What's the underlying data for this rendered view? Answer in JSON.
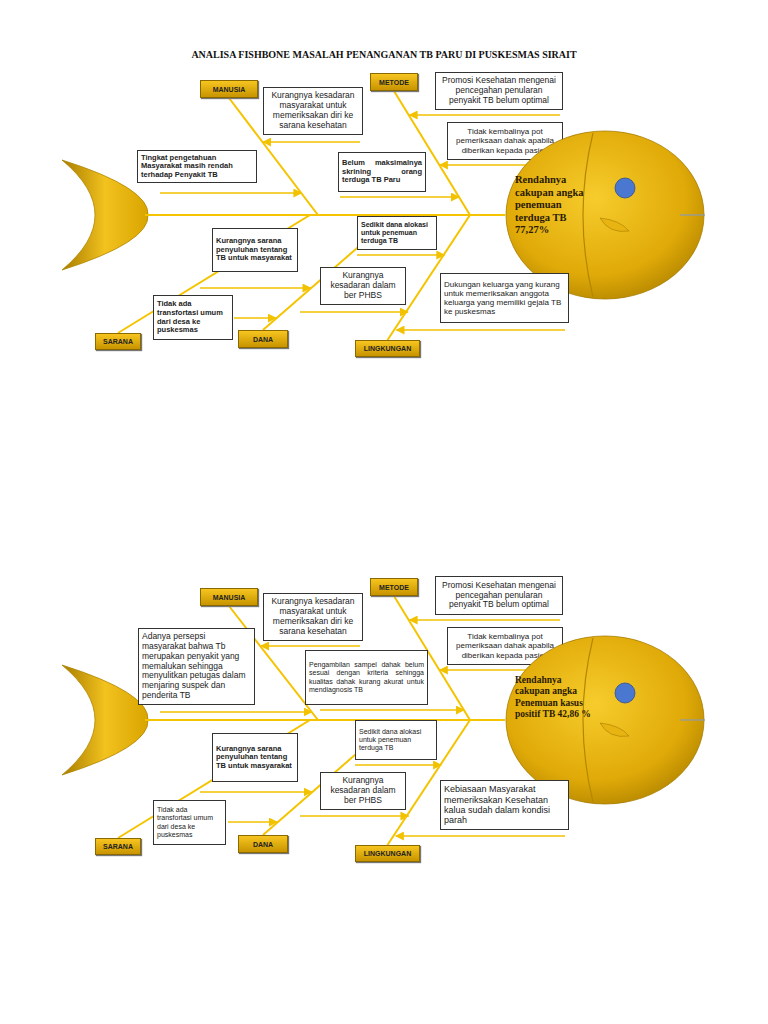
{
  "diagram": {
    "title": "ANALISA FISHBONE MASALAH PENANGANAN TB PARU DI PUSKESMAS SIRAIT",
    "nodes": [
      {
        "text": [
          "MANUSIA"
        ]
      },
      {
        "text": [
          "Kurangnya kesadaran masyarakat untuk memeriksakan diri ke sarana kesehatan"
        ]
      },
      {
        "text": [
          "METODE"
        ]
      },
      {
        "text": [
          "Promosi Kesehatan mengenai pencegahan penularan penyakit TB belum optimal"
        ]
      },
      {
        "text": [
          "Tidak kembalinya pot pemeriksaan dahak apabila diberikan kepada pasien"
        ]
      },
      {
        "text": [
          "Tingkat pengetahuan Masyarakat masih rendah terhadap Penyakit TB"
        ]
      },
      {
        "text": [
          "Belum maksimalnya skrining orang terduga TB Paru"
        ]
      },
      {
        "text": [
          "Rendahnya cakupan angka penemuan terduga TB 77,27%"
        ]
      },
      {
        "text": [
          "Sedikit dana alokasi untuk penemuan terduga TB"
        ]
      },
      {
        "text": [
          "Kurangnya sarana penyuluhan tentang TB untuk masyarakat"
        ]
      },
      {
        "text": [
          "Kurangnya kesadaran dalam ber PHBS"
        ]
      },
      {
        "text": [
          "Dukungan keluarga yang kurang untuk memeriksakan anggota keluarga yang memiliki gejala TB ke puskesmas"
        ]
      },
      {
        "text": [
          "Tidak ada transfortasi umum dari desa ke puskesmas"
        ]
      },
      {
        "text": [
          "SARANA"
        ]
      },
      {
        "text": [
          "DANA"
        ]
      },
      {
        "text": [
          "LINGKUNGAN"
        ]
      },
      {
        "text": [
          "MANUSIA"
        ]
      },
      {
        "text": [
          "Kurangnya kesadaran masyarakat untuk memeriksakan diri ke sarana kesehatan"
        ]
      },
      {
        "text": [
          "METODE"
        ]
      },
      {
        "text": [
          "Promosi Kesehatan mengenai pencegahan penularan penyakit TB belum optimal"
        ]
      },
      {
        "text": [
          "Tidak kembalinya pot pemeriksaan dahak apabila diberikan kepada pasien"
        ]
      },
      {
        "text": [
          "Adanya persepsi masyarakat bahwa Tb merupakan penyakit yang memalukan sehingga menyulitkan petugas dalam menjaring suspek dan penderita TB"
        ]
      },
      {
        "text": [
          "Pengambilan sampel dahak belum sesuai dengan kriteria sehingga kualitas dahak kurang akurat untuk mendiagnosis TB"
        ]
      },
      {
        "text": [
          "Rendahnya cakupan angka Penemuan kasus positif TB 42,86 %"
        ]
      },
      {
        "text": [
          "Sedikit dana alokasi untuk penemuan terduga TB"
        ]
      },
      {
        "text": [
          "Kurangnya sarana penyuluhan tentang TB untuk masyarakat"
        ]
      },
      {
        "text": [
          "Kurangnya kesadaran dalam ber PHBS"
        ]
      },
      {
        "text": [
          "Kebiasaan Masyarakat memeriksakan Kesehatan kalua sudah dalam kondisi parah"
        ]
      },
      {
        "text": [
          "Tidak ada transfortasi umum dari desa ke puskesmas"
        ]
      },
      {
        "text": [
          "SARANA"
        ]
      },
      {
        "text": [
          "DANA"
        ]
      },
      {
        "text": [
          "LINGKUNGAN"
        ]
      }
    ],
    "edges": [
      {
        "from": 0,
        "to": 7,
        "arrow": "none"
      },
      {
        "from": 2,
        "to": 7,
        "arrow": "none"
      },
      {
        "from": 13,
        "to": 7,
        "arrow": "none"
      },
      {
        "from": 14,
        "to": 7,
        "arrow": "none"
      },
      {
        "from": 15,
        "to": 7,
        "arrow": "none"
      },
      {
        "from": 16,
        "to": 23,
        "arrow": "none"
      },
      {
        "from": 18,
        "to": 23,
        "arrow": "none"
      },
      {
        "from": 29,
        "to": 23,
        "arrow": "none"
      },
      {
        "from": 30,
        "to": 23,
        "arrow": "none"
      },
      {
        "from": 31,
        "to": 23,
        "arrow": "none"
      }
    ]
  }
}
